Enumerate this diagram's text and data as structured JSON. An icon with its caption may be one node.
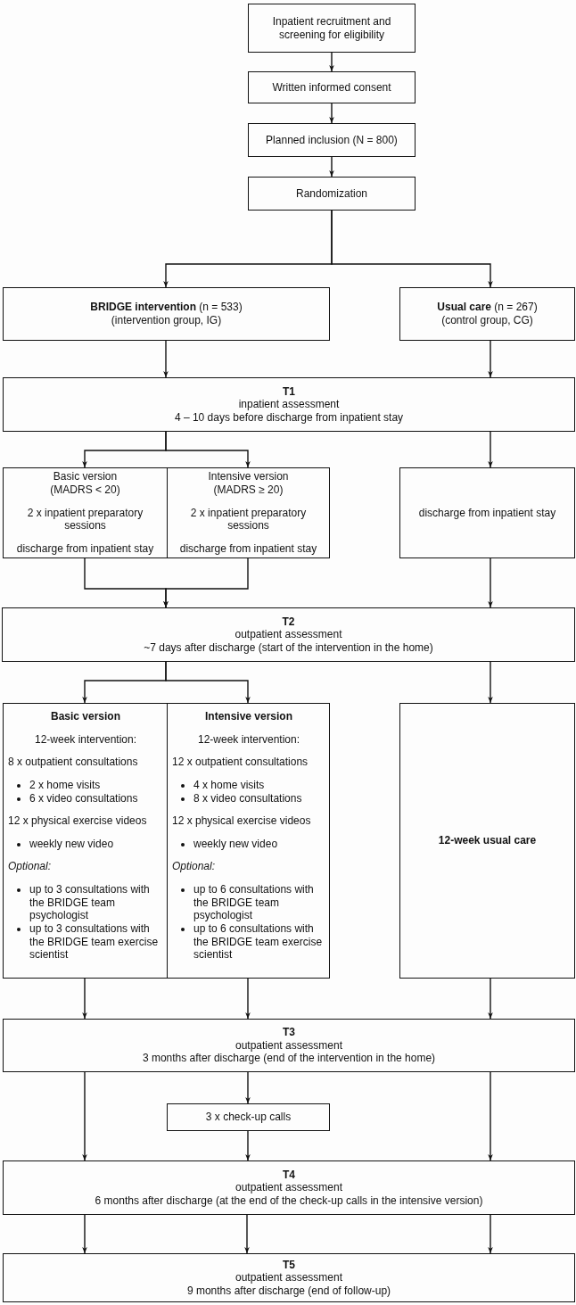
{
  "diagram": {
    "nodes": [
      {
        "text": [
          "Inpatient recruitment and screening for eligibility"
        ]
      },
      {
        "text": [
          "Written informed consent"
        ]
      },
      {
        "text": [
          "Planned inclusion (N = 800)"
        ]
      },
      {
        "text": [
          "Randomization"
        ]
      },
      {
        "text": [
          "**BRIDGE intervention** (n = 533)",
          "(intervention group, IG)"
        ]
      },
      {
        "text": [
          "**Usual care** (n = 267)",
          "(control group, CG)"
        ]
      },
      {
        "text": [
          "T1",
          "inpatient assessment",
          "4 – 10 days before discharge from inpatient stay"
        ]
      },
      {
        "text": [
          "Basic version",
          "(MADRS < 20)",
          "2 x inpatient preparatory sessions",
          "discharge from inpatient stay"
        ]
      },
      {
        "text": [
          "Intensive version",
          "(MADRS ≥ 20)",
          "2 x inpatient preparatory sessions",
          "discharge from inpatient stay"
        ]
      },
      {
        "text": [
          "discharge from inpatient stay"
        ]
      },
      {
        "text": [
          "T2",
          "outpatient assessment",
          "~7 days after discharge (start of the intervention in the home)"
        ]
      },
      {
        "text": [
          "Basic version",
          "12-week intervention:",
          "8 x outpatient consultations",
          "2 x home visits",
          "6 x video consultations",
          "12 x physical exercise videos",
          "weekly new video",
          "Optional:",
          "up to 3 consultations with the BRIDGE team psychologist",
          "up to 3 consultations with the BRIDGE team exercise scientist"
        ]
      },
      {
        "text": [
          "Intensive version",
          "12-week intervention:",
          "12 x outpatient consultations",
          "4 x home visits",
          "8 x video consultations",
          "12 x physical exercise videos",
          "weekly new video",
          "Optional:",
          "up to 6 consultations with the BRIDGE team psychologist",
          "up to 6 consultations with the BRIDGE team exercise scientist"
        ]
      },
      {
        "text": [
          "12-week usual care"
        ]
      },
      {
        "text": [
          "T3",
          "outpatient assessment",
          "3 months after discharge (end of the intervention in the home)"
        ]
      },
      {
        "text": [
          "3 x check-up calls"
        ]
      },
      {
        "text": [
          "T4",
          "outpatient assessment",
          "6 months after discharge (at the end of the check-up calls in the intensive version)"
        ]
      },
      {
        "text": [
          "T5",
          "outpatient assessment",
          "9 months after discharge (end of follow-up)"
        ]
      }
    ],
    "edges": [
      {
        "from": 0,
        "to": 1,
        "arrow": "to"
      },
      {
        "from": 1,
        "to": 2,
        "arrow": "to"
      },
      {
        "from": 2,
        "to": 3,
        "arrow": "to"
      },
      {
        "from": 3,
        "to": 4,
        "arrow": "to"
      },
      {
        "from": 3,
        "to": 5,
        "arrow": "to"
      },
      {
        "from": 4,
        "to": 6,
        "arrow": "to"
      },
      {
        "from": 5,
        "to": 6,
        "arrow": "to"
      },
      {
        "from": 6,
        "to": 7,
        "arrow": "to"
      },
      {
        "from": 6,
        "to": 8,
        "arrow": "to"
      },
      {
        "from": 6,
        "to": 9,
        "arrow": "to"
      },
      {
        "from": 7,
        "to": 10,
        "arrow": "to"
      },
      {
        "from": 8,
        "to": 10,
        "arrow": "to"
      },
      {
        "from": 9,
        "to": 10,
        "arrow": "to"
      },
      {
        "from": 10,
        "to": 11,
        "arrow": "to"
      },
      {
        "from": 10,
        "to": 12,
        "arrow": "to"
      },
      {
        "from": 10,
        "to": 13,
        "arrow": "to"
      },
      {
        "from": 11,
        "to": 14,
        "arrow": "to"
      },
      {
        "from": 12,
        "to": 14,
        "arrow": "to"
      },
      {
        "from": 13,
        "to": 14,
        "arrow": "to"
      },
      {
        "from": 14,
        "to": 16,
        "arrow": "to"
      },
      {
        "from": 14,
        "to": 15,
        "arrow": "to"
      },
      {
        "from": 15,
        "to": 16,
        "arrow": "to"
      },
      {
        "from": 14,
        "to": 16,
        "arrow": "to"
      },
      {
        "from": 16,
        "to": 17,
        "arrow": "to"
      },
      {
        "from": 16,
        "to": 17,
        "arrow": "to"
      },
      {
        "from": 16,
        "to": 17,
        "arrow": "to"
      }
    ]
  }
}
